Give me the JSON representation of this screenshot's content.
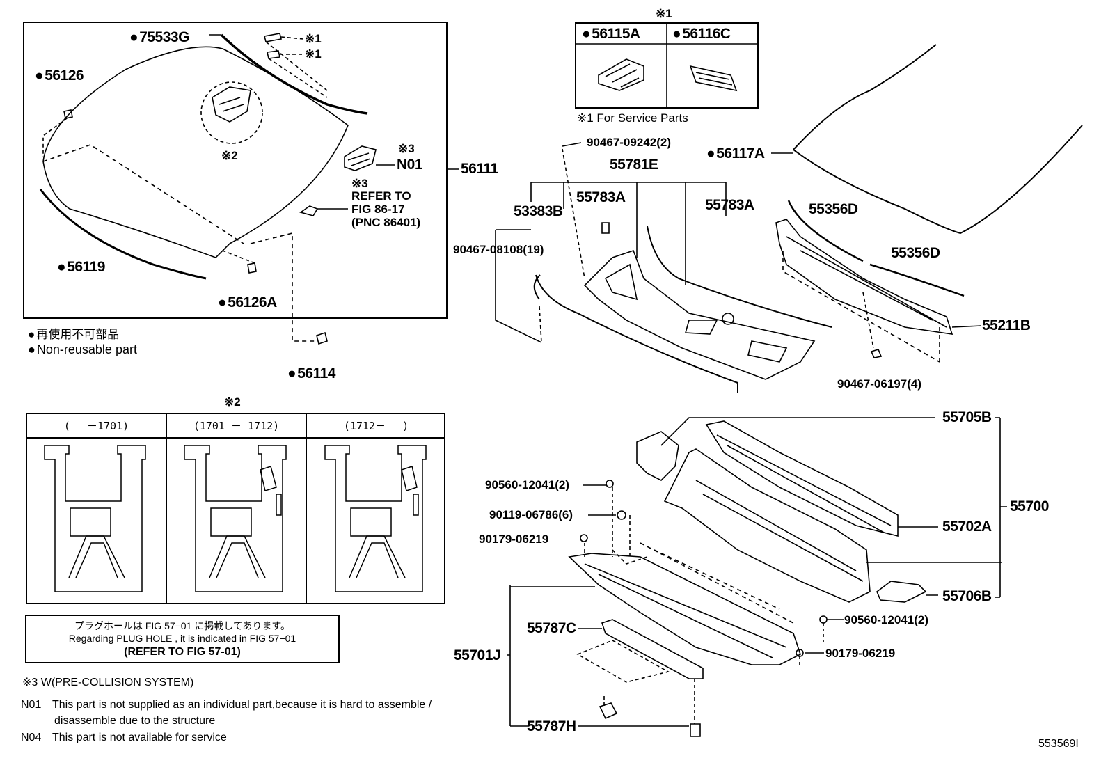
{
  "panel1": {
    "labels": {
      "p75533G": "75533G",
      "p56126": "56126",
      "p56119": "56119",
      "p56126A": "56126A",
      "p56114": "56114",
      "p56111": "56111",
      "note1a": "※1",
      "note1b": "※1",
      "note2": "※2",
      "note3a": "※3",
      "n01": "N01",
      "note3b": "※3",
      "refer1": "REFER TO",
      "refer2": "FIG 86-17",
      "refer3": "(PNC 86401)"
    }
  },
  "legend": {
    "jp": "再使用不可部品",
    "en": "Non-reusable part"
  },
  "service_box": {
    "mark": "※1",
    "col1": "56115A",
    "col2": "56116C",
    "caption": "※1 For Service Parts"
  },
  "variant_table": {
    "mark": "※2",
    "headers": [
      "(　 －1701)",
      "(1701 － 1712)",
      "(1712－　 )"
    ]
  },
  "plug_note": {
    "line1": "プラグホールは FIG 57−01 に掲載してあります。",
    "line2": "Regarding  PLUG  HOLE , it is indicated in  FIG  57−01",
    "line3": "(REFER TO FIG 57-01)"
  },
  "footnotes": {
    "n3": "※3 W(PRE-COLLISION SYSTEM)",
    "n01_code": "N01",
    "n01_text1": "This part is not supplied as an individual part,because it is hard to assemble /",
    "n01_text2": "disassemble due to the structure",
    "n04_code": "N04",
    "n04_text": "This part is not available for service"
  },
  "right_labels": {
    "p90467_09242": "90467-09242(2)",
    "p56117A": "56117A",
    "p55781E": "55781E",
    "p53383B": "53383B",
    "p55783A_1": "55783A",
    "p55783A_2": "55783A",
    "p55356D_1": "55356D",
    "p55356D_2": "55356D",
    "p90467_08108": "90467-08108(19)",
    "p55211B": "55211B",
    "p90467_06197": "90467-06197(4)",
    "p55705B": "55705B",
    "p55700": "55700",
    "p90560_12041_a": "90560-12041(2)",
    "p90119_06786": "90119-06786(6)",
    "p90179_06219_a": "90179-06219",
    "p55702A": "55702A",
    "p55706B": "55706B",
    "p90560_12041_b": "90560-12041(2)",
    "p55787C": "55787C",
    "p55701J": "55701J",
    "p90179_06219_b": "90179-06219",
    "p55787H": "55787H",
    "figure_id": "553569I"
  }
}
